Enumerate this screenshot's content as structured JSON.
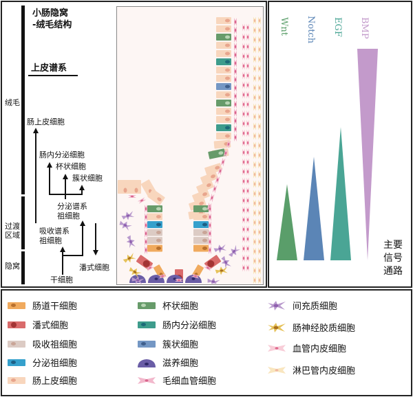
{
  "left_panel": {
    "title_line1": "小肠隐窝",
    "title_line2": "-绒毛结构",
    "lineage_heading": "上皮谱系",
    "regions": [
      {
        "label": "绒毛"
      },
      {
        "label": "过渡区域"
      },
      {
        "label": "隐窝"
      }
    ],
    "lineage_nodes": {
      "stem": "干细胞",
      "absorptive_progenitor_l1": "吸收谱系",
      "absorptive_progenitor_l2": "祖细胞",
      "secretory_progenitor_l1": "分泌谱系",
      "secretory_progenitor_l2": "祖细胞",
      "paneth": "潘式细胞",
      "enterocyte": "肠上皮细胞",
      "enteroendocrine": "肠内分泌细胞",
      "goblet": "杯状细胞",
      "tuft": "簇状细胞"
    }
  },
  "right_panel": {
    "pathways": [
      {
        "name": "Wnt",
        "color": "#5a9e6a",
        "gradient": "crypt-high",
        "relative_extent": 0.36
      },
      {
        "name": "Notch",
        "color": "#5b85b6",
        "gradient": "crypt-high",
        "relative_extent": 0.49
      },
      {
        "name": "EGF",
        "color": "#4aa595",
        "gradient": "crypt-high",
        "relative_extent": 0.63
      },
      {
        "name": "BMP",
        "color": "#c39acb",
        "gradient": "villus-high",
        "relative_extent": 1.0
      }
    ],
    "caption": "主要信号通路"
  },
  "legend": {
    "items": [
      {
        "label": "肠道干细胞",
        "color": "#f0aa5e",
        "nucleus": "#b8702e",
        "shape": "rect"
      },
      {
        "label": "潘式细胞",
        "color": "#d96b6b",
        "nucleus": "#a33434",
        "shape": "rect"
      },
      {
        "label": "吸收祖细胞",
        "color": "#dccbc4",
        "nucleus": "#c9a597",
        "shape": "rect"
      },
      {
        "label": "分泌祖细胞",
        "color": "#35a0cc",
        "nucleus": "#1d5f85",
        "shape": "rect"
      },
      {
        "label": "肠上皮细胞",
        "color": "#f8d6bd",
        "nucleus": "#e8a58d",
        "shape": "rect"
      },
      {
        "label": "杯状细胞",
        "color": "#679b6a",
        "nucleus": "#b7d4b3",
        "shape": "rect"
      },
      {
        "label": "肠内分泌细胞",
        "color": "#3e9c8c",
        "nucleus": "#1d6a78",
        "shape": "rect"
      },
      {
        "label": "簇状细胞",
        "color": "#7497c4",
        "nucleus": "#3f5f8c",
        "shape": "rect"
      },
      {
        "label": "滋养细胞",
        "color": "#6a5da6",
        "nucleus": "#2e2766",
        "shape": "dome"
      },
      {
        "label": "毛细血管细胞",
        "color": "#f2b8cc",
        "nucleus": "#d9668e",
        "shape": "bowtie"
      },
      {
        "label": "间充质细胞",
        "color": "#b99acd",
        "nucleus": "#8e5fae",
        "shape": "star"
      },
      {
        "label": "肠神经胶质细胞",
        "color": "#e6c25a",
        "nucleus": "#a9701f",
        "shape": "star"
      },
      {
        "label": "血管内皮细胞",
        "color": "#f8cdd8",
        "nucleus": "#e06b8f",
        "shape": "bowtie"
      },
      {
        "label": "淋巴管内皮细胞",
        "color": "#f9e6bf",
        "nucleus": "#f0b8a0",
        "shape": "bowtie"
      }
    ]
  }
}
